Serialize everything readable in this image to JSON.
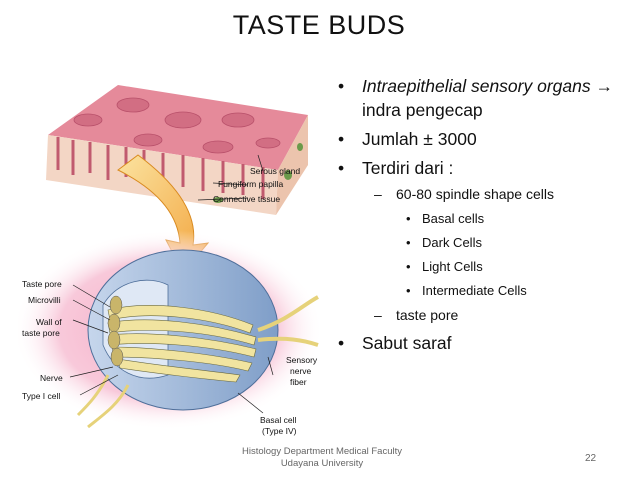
{
  "slide": {
    "title": "TASTE BUDS",
    "bullets": {
      "b1_italic": "Intraepithelial sensory organs",
      "b1_arrow": "→",
      "b1_rest": " indra pengecap",
      "b2": "Jumlah ± 3000",
      "b3": "Terdiri dari  :",
      "b3_sub1": "60-80 spindle shape cells",
      "b3_sub1_items": [
        "Basal cells",
        "Dark Cells",
        "Light Cells",
        "Intermediate Cells"
      ],
      "b3_sub2": "taste pore",
      "b4": "Sabut saraf"
    },
    "footer_line1": "Histology Department Medical Faculty",
    "footer_line2": "Udayana University",
    "page_number": "22"
  },
  "illustration": {
    "labels": {
      "serous_gland": "Serous gland",
      "fungiform_papilla": "Fungiform papilla",
      "connective_tissue": "Connective tissue",
      "taste_pore": "Taste pore",
      "microvilli": "Microvilli",
      "wall_line1": "Wall of",
      "wall_line2": "taste pore",
      "nerve": "Nerve",
      "type1": "Type I cell",
      "sensory1": "Sensory",
      "sensory2": "nerve",
      "sensory3": "fiber",
      "basal1": "Basal cell",
      "basal2": "(Type IV)"
    }
  }
}
